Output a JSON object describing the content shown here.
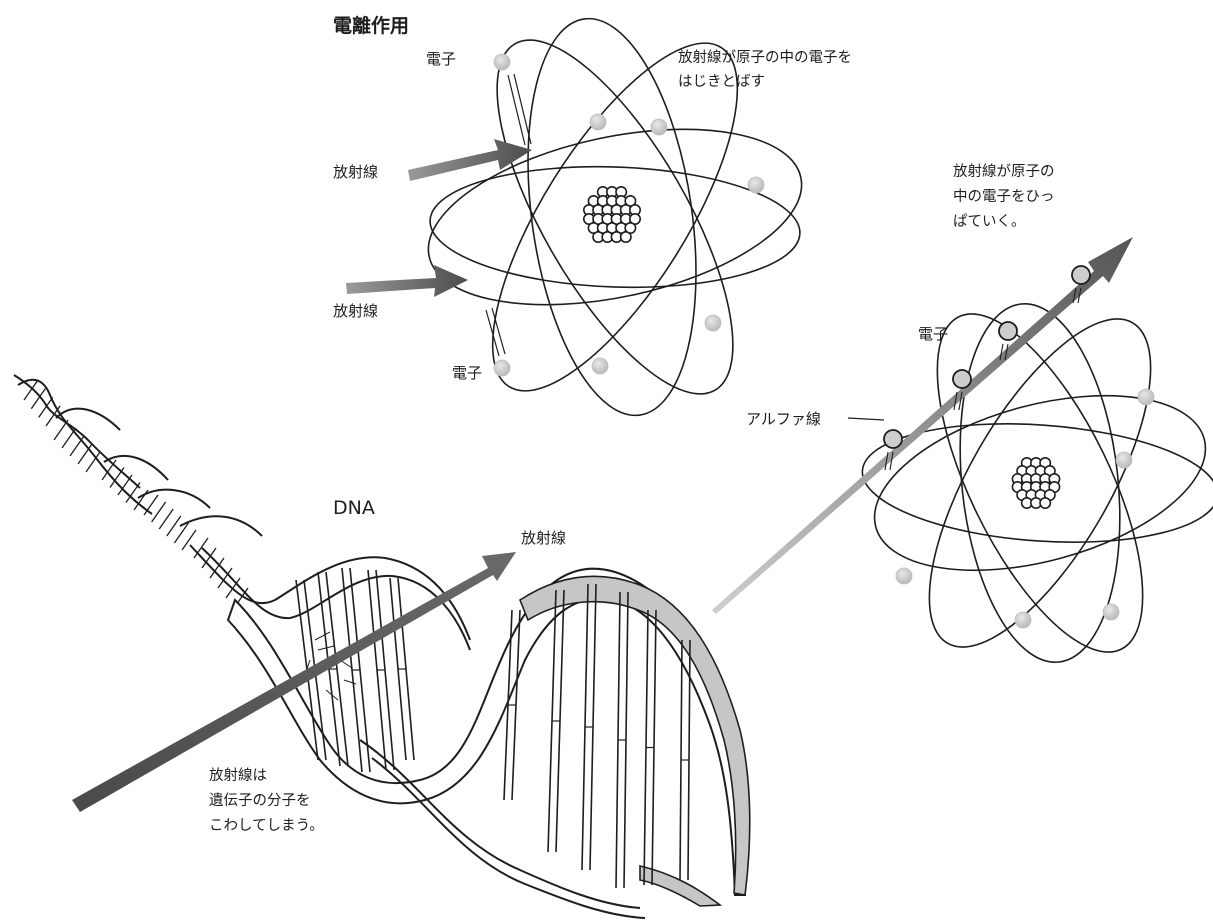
{
  "ionization": {
    "title": "電離作用",
    "electron_top": "電子",
    "electron_bottom": "電子",
    "radiation_upper": "放射線",
    "radiation_lower": "放射線",
    "caption_lines": [
      "放射線が原子の中の電子を",
      "はじきとばす"
    ]
  },
  "alpha": {
    "caption_lines": [
      "放射線が原子の",
      "中の電子をひっ",
      "ぱていく。"
    ],
    "electron_label": "電子",
    "alpha_label": "アルファ線"
  },
  "dna": {
    "title": "DNA",
    "radiation_label": "放射線",
    "caption_lines": [
      "放射線は",
      "遺伝子の分子を",
      "こわしてしまう。"
    ]
  },
  "colors": {
    "ink": "#1e1e1e",
    "arrow": "#5e5e5e",
    "electron": "#c9c9c9",
    "strand_fill": "#c6c6c6"
  }
}
